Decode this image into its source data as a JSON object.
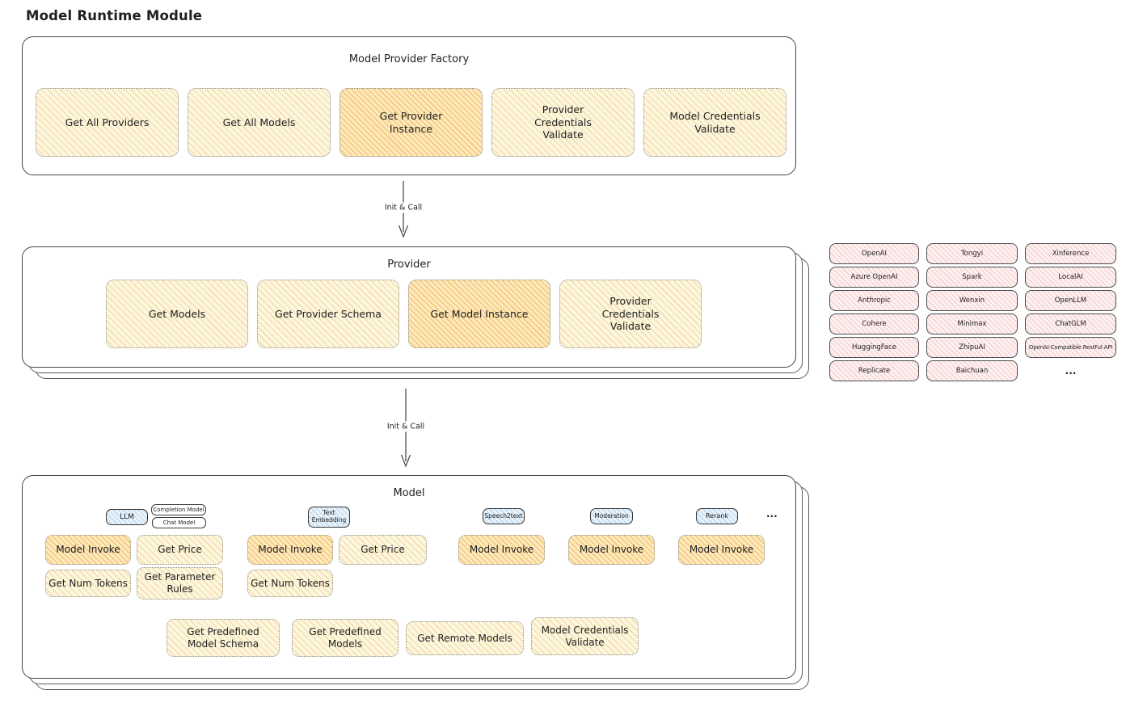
{
  "page_title": "Model Runtime Module",
  "colors": {
    "yellow_fill": "#fdf6e1",
    "yellow_stripe": "#e9cb76",
    "orange_fill": "#fcebc2",
    "orange_stripe": "#f2ac3e",
    "blue_fill": "#e9f3fb",
    "blue_stripe": "#7db0d8",
    "pink_fill": "#fdf1f1",
    "pink_stripe": "#e59898",
    "frame_border": "#454545",
    "text": "#1f1f1f"
  },
  "factory": {
    "title": "Model Provider Factory",
    "buttons": [
      {
        "label": "Get All Providers"
      },
      {
        "label": "Get All Models"
      },
      {
        "label": "Get Provider Instance"
      },
      {
        "label": "Provider Credentials Validate"
      },
      {
        "label": "Model Credentials Validate"
      }
    ]
  },
  "arrows": {
    "top": {
      "label": "Init & Call"
    },
    "bottom": {
      "label": "Init & Call"
    }
  },
  "provider": {
    "title": "Provider",
    "buttons": [
      {
        "label": "Get Models"
      },
      {
        "label": "Get Provider Schema"
      },
      {
        "label": "Get Model Instance"
      },
      {
        "label": "Provider Credentials Validate"
      }
    ]
  },
  "vendors": {
    "columns": [
      [
        "OpenAI",
        "Azure OpenAI",
        "Anthropic",
        "Cohere",
        "HuggingFace",
        "Replicate"
      ],
      [
        "Tongyi",
        "Spark",
        "Wenxin",
        "Minimax",
        "ZhipuAI",
        "Baichuan"
      ],
      [
        "Xinference",
        "LocalAI",
        "OpenLLM",
        "ChatGLM",
        "OpenAI-Compatible RestFul API"
      ]
    ],
    "more": "..."
  },
  "model": {
    "title": "Model",
    "more_tabs": "...",
    "sections": [
      {
        "tab": "LLM",
        "subtabs": [
          "Completion Model",
          "Chat Model"
        ],
        "row1": [
          "Model Invoke",
          "Get Price"
        ],
        "row2": [
          "Get Num Tokens",
          "Get Parameter Rules"
        ]
      },
      {
        "tab": "Text Embedding",
        "row1": [
          "Model Invoke",
          "Get Price"
        ],
        "row2": [
          "Get Num Tokens"
        ]
      },
      {
        "tab": "Speech2text",
        "row1": [
          "Model Invoke"
        ]
      },
      {
        "tab": "Moderation",
        "row1": [
          "Model Invoke"
        ]
      },
      {
        "tab": "Rerank",
        "row1": [
          "Model Invoke"
        ]
      }
    ],
    "common_ops": [
      "Get Predefined Model Schema",
      "Get Predefined Models",
      "Get Remote Models",
      "Model Credentials Validate"
    ]
  }
}
